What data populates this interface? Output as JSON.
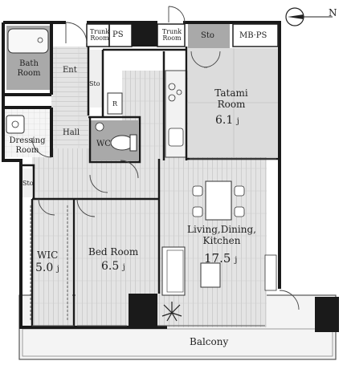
{
  "compass": {
    "north_letter": "N",
    "icon": "north-arrow-icon"
  },
  "rooms": {
    "bath_room": "Bath Room",
    "ent": "Ent",
    "trunk_room_1": "Trunk Room",
    "ps": "PS",
    "trunk_room_2": "Trunk Room",
    "sto_top": "Sto",
    "mb_ps": "MB·PS",
    "sto_hall": "Sto",
    "r": "R",
    "tatami_name": "Tatami Room",
    "tatami_area": "6.1",
    "tatami_unit": "j",
    "dressing_room": "Dressing Room",
    "hall": "Hall",
    "wc": "WC",
    "sto_left": "Sto",
    "ldk_name": "Living,Dining, Kitchen",
    "ldk_area": "17.5",
    "ldk_unit": "j",
    "wic_name": "WIC",
    "wic_area": "5.0",
    "wic_unit": "j",
    "bed_name": "Bed Room",
    "bed_area": "6.5",
    "bed_unit": "j",
    "balcony": "Balcony"
  },
  "colors": {
    "wall": "#1a1a1a",
    "gray_room": "#a9a9a9",
    "floor_wood": "#e3e3e3",
    "tatami": "#dcdcdc",
    "balcony": "#f4f4f4"
  }
}
